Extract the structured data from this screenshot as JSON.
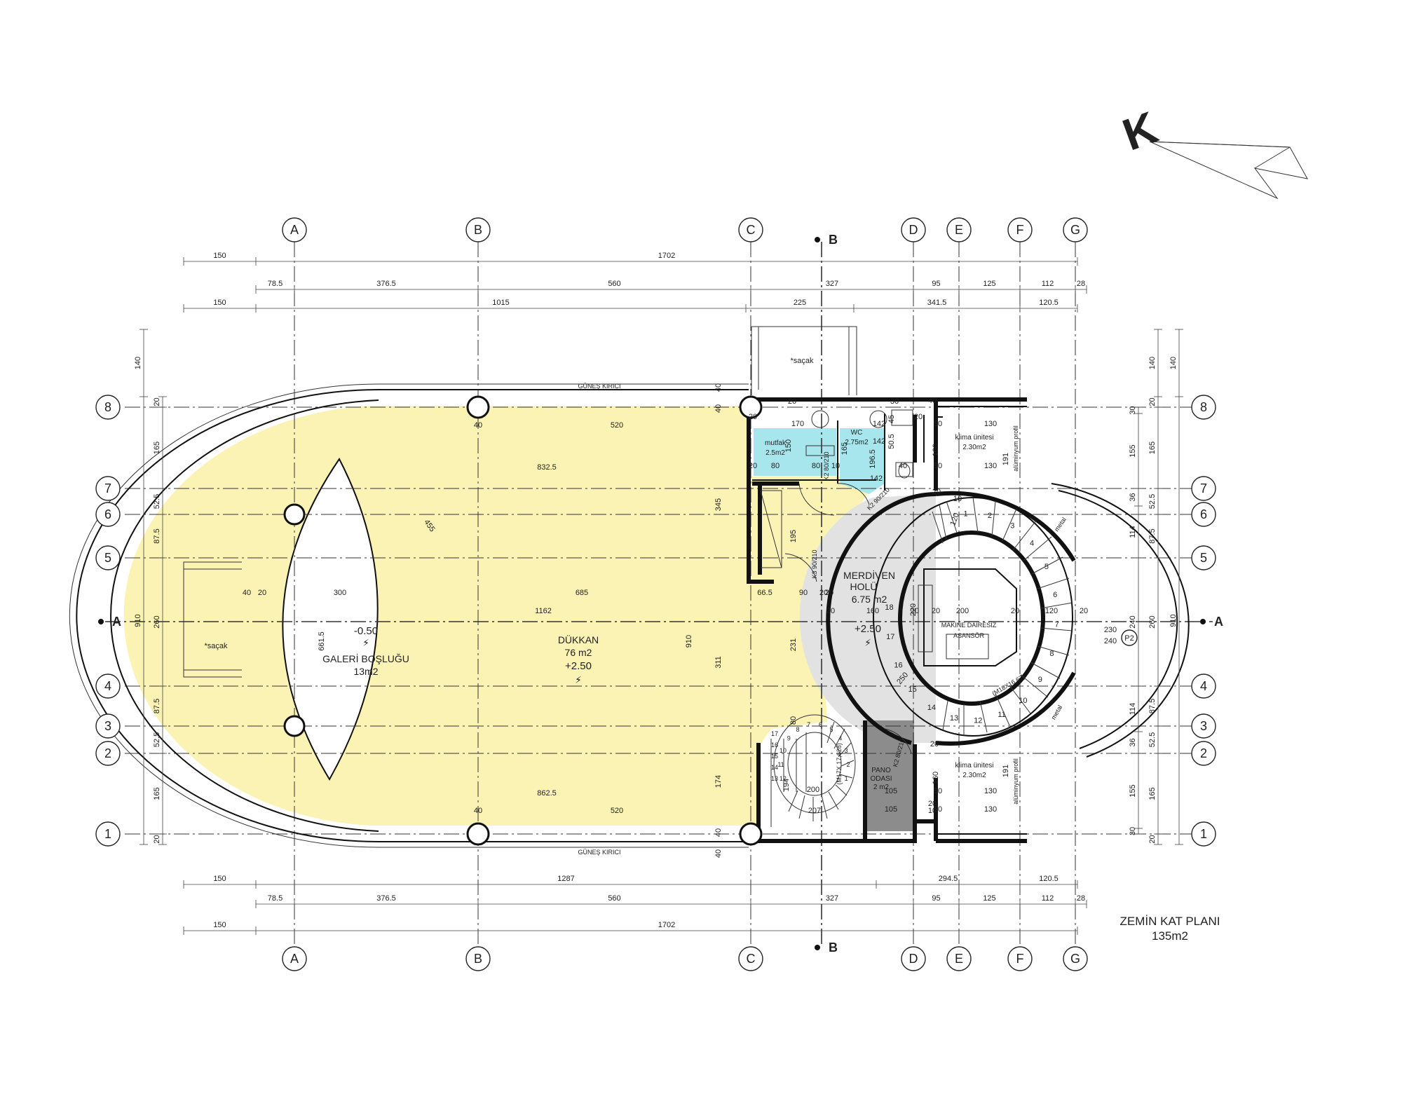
{
  "grid": {
    "columns": [
      "A",
      "B",
      "C",
      "D",
      "E",
      "F",
      "G"
    ],
    "rows": [
      "8",
      "7",
      "6",
      "5",
      "4",
      "3",
      "2",
      "1"
    ],
    "sections": {
      "horizontal": "A",
      "vertical": "B"
    }
  },
  "dimensions": {
    "top_outer": [
      "150",
      "1702"
    ],
    "top_middle": [
      "78.5",
      "376.5",
      "560",
      "327",
      "95",
      "125",
      "112",
      "28"
    ],
    "top_inner": [
      "150",
      "1015",
      "225",
      "341.5",
      "120.5"
    ],
    "bottom_inner": [
      "150",
      "1287",
      "294.5",
      "120.5"
    ],
    "bottom_middle": [
      "78.5",
      "376.5",
      "560",
      "327",
      "95",
      "125",
      "112",
      "28"
    ],
    "bottom_outer": [
      "150",
      "1702"
    ],
    "left_outer": [
      "140",
      "910"
    ],
    "left_inner": [
      "20",
      "165",
      "52.5",
      "87.5",
      "260",
      "87.5",
      "52.5",
      "165",
      "20"
    ],
    "right_inner": [
      "30",
      "155",
      "36",
      "114",
      "240",
      "114",
      "36",
      "155",
      "30"
    ],
    "right_mid": [
      "140",
      "20",
      "165",
      "52.5",
      "87.5",
      "260",
      "87.5",
      "52.5",
      "165",
      "20"
    ],
    "right_outer": [
      "140",
      "910"
    ]
  },
  "interior_dims": {
    "d520t": "520",
    "d520b": "520",
    "d8325": "832.5",
    "d8625": "862.5",
    "d685": "685",
    "d1162": "1162",
    "d455": "455",
    "d300": "300",
    "d40a": "40",
    "d20a": "20",
    "d6615": "661.5",
    "d910": "910",
    "d345": "345",
    "d311": "311",
    "d174": "174",
    "d231": "231",
    "d195": "195",
    "d80a": "80",
    "d665": "66.5",
    "d90": "90",
    "d160": "160",
    "d200": "200",
    "d20b": "20",
    "d120": "120",
    "d20c": "20",
    "d230": "230",
    "d240": "240",
    "d250": "250",
    "d220": "220",
    "d170": "170",
    "d142a": "142",
    "d142b": "142",
    "d142c": "142",
    "d45": "45",
    "d505": "50.5",
    "d1965": "196.5",
    "d150": "150",
    "d80b": "80",
    "d80c": "80",
    "d10": "10",
    "d165": "165",
    "d20d": "20",
    "d20e": "20",
    "d50a": "50",
    "d130a": "130",
    "d160b": "160",
    "d191a": "191",
    "d50b": "50",
    "d130b": "130",
    "d50c": "50",
    "d130c": "130",
    "d160c": "160",
    "d191b": "191",
    "d50d": "50",
    "d130d": "130",
    "d105a": "105",
    "d105b": "105",
    "d40b": "40",
    "d40c": "40",
    "d40d": "40",
    "d40e": "40",
    "d40f": "40",
    "d40g": "40",
    "d20f": "20",
    "d20g": "20",
    "d194": "194",
    "d207": "207",
    "d200b": "200",
    "d30": "30",
    "d20h": "20",
    "d40h": "40",
    "d20i": "20",
    "d40i": "40",
    "d20j": "20",
    "d10b": "10",
    "d20k": "20",
    "d20l": "20",
    "d20m": "20",
    "d20n": "20",
    "d20o": "20",
    "d120b": "120",
    "d10c": "10"
  },
  "rooms": {
    "dukkan": {
      "name": "DÜKKAN",
      "area": "76 m2",
      "level": "+2.50"
    },
    "galeri": {
      "level": "-0.50",
      "name": "GALERİ BOŞLUĞU",
      "area": "13m2"
    },
    "merdiven": {
      "name1": "MERDİVEN",
      "name2": "HOLÜ",
      "area": "6.75 m2",
      "level": "+2.50"
    },
    "asansor": {
      "name1": "MAKİNE DAİRESİZ",
      "name2": "ASANSÖR"
    },
    "mutfak": {
      "name": "mutfak",
      "area": "2.5m2"
    },
    "wc": {
      "name": "WC",
      "area": "2.75m2"
    },
    "pano": {
      "name1": "PANO",
      "name2": "ODASI",
      "area": "2 m2"
    },
    "klima_top": {
      "name": "klima ünitesi",
      "area": "2.30m2"
    },
    "klima_bottom": {
      "name": "klima ünitesi",
      "area": "2.30m2"
    }
  },
  "labels": {
    "gunes_top": "GÜNEŞ KIRICI",
    "gunes_bottom": "GÜNEŞ KIRICI",
    "sacak_top": "*saçak",
    "sacak_left": "*saçak",
    "aluminyum_top": "alüminyum profil",
    "aluminyum_bottom": "alüminyum profil",
    "metal_top": "metal",
    "metal_bottom": "metal",
    "door_k2a": "K2 80/210",
    "door_k2b": "K2 90/210",
    "door_k3": "K3 90/210",
    "door_k2c": "K2 80/210",
    "stair_main": "(M18X16,67)",
    "stair_small": "(M17X 17,628)",
    "tag_p2": "P2",
    "north": "K"
  },
  "stair_main_numbers": [
    "1",
    "2",
    "3",
    "4",
    "5",
    "6",
    "7",
    "8",
    "9",
    "10",
    "11",
    "12",
    "13",
    "14",
    "15",
    "16",
    "17",
    "18"
  ],
  "stair_small_numbers": [
    "1",
    "2",
    "3",
    "4",
    "5",
    "6",
    "7",
    "8",
    "9",
    "10",
    "11",
    "12",
    "13",
    "14",
    "15",
    "16",
    "17"
  ],
  "title": {
    "line1": "ZEMİN KAT PLANI",
    "line2": "135m2"
  },
  "colors": {
    "shop": "#fbf3b4",
    "hall": "#e2e2e2",
    "wet": "#a8e6ee",
    "pano": "#8c8c8c"
  }
}
